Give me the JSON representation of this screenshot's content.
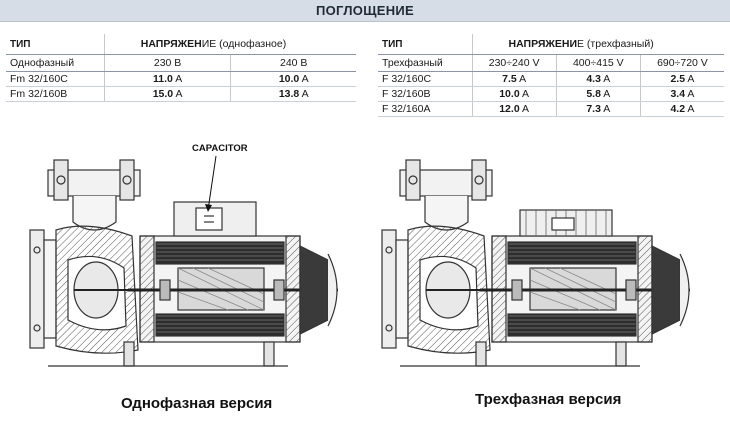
{
  "header": {
    "title": "ПОГЛОЩЕНИЕ"
  },
  "single_phase_table": {
    "tip_label": "ТИП",
    "voltage_bold": "НАПРЯЖЕН",
    "voltage_rest": "ИЕ (однофазное)",
    "type_label": "Однофазный",
    "voltages": [
      "230 В",
      "240 В"
    ],
    "rows": [
      {
        "model": "Fm 32/160C",
        "values": [
          "11.0",
          "10.0"
        ]
      },
      {
        "model": "Fm 32/160B",
        "values": [
          "15.0",
          "13.8"
        ]
      }
    ],
    "unit": "A"
  },
  "three_phase_table": {
    "tip_label": "ТИП",
    "voltage_bold": "НАПРЯЖЕНИ",
    "voltage_rest": "Е (трехфазный)",
    "type_label": "Трехфазный",
    "voltages": [
      "230÷240 V",
      "400÷415 V",
      "690÷720 V"
    ],
    "rows": [
      {
        "model": "F 32/160C",
        "values": [
          "7.5",
          "4.3",
          "2.5"
        ]
      },
      {
        "model": "F 32/160B",
        "values": [
          "10.0",
          "5.8",
          "3.4"
        ]
      },
      {
        "model": "F 32/160A",
        "values": [
          "12.0",
          "7.3",
          "4.2"
        ]
      }
    ],
    "unit": "A"
  },
  "drawings": {
    "capacitor_label": "CAPACITOR",
    "single_caption": "Однофазная версия",
    "three_caption": "Трехфазная версия"
  }
}
